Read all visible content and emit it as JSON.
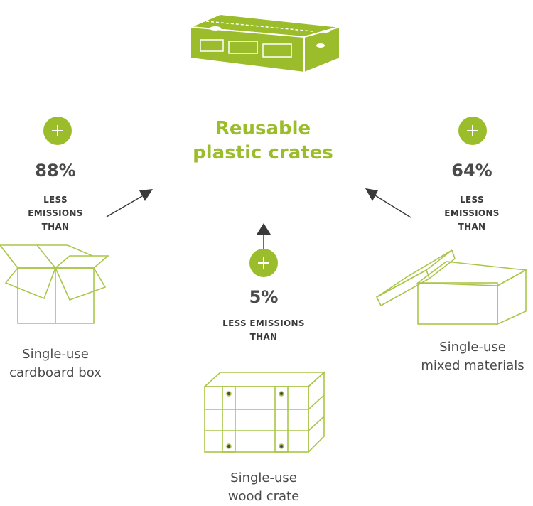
{
  "center": {
    "title_line1": "Reusable",
    "title_line2": "plastic crates"
  },
  "comparisons": [
    {
      "id": "cardboard",
      "percent": "88%",
      "note_lines": [
        "LESS",
        "EMISSIONS",
        "THAN"
      ],
      "label_lines": [
        "Single-use",
        "cardboard box"
      ]
    },
    {
      "id": "wood",
      "percent": "5%",
      "note_lines": [
        "LESS EMISSIONS",
        "THAN"
      ],
      "label_lines": [
        "Single-use",
        "wood crate"
      ]
    },
    {
      "id": "mixed",
      "percent": "64%",
      "note_lines": [
        "LESS",
        "EMISSIONS",
        "THAN"
      ],
      "label_lines": [
        "Single-use",
        "mixed materials"
      ]
    }
  ],
  "colors": {
    "accent": "#9cbd2b",
    "text": "#4a4a4a",
    "line": "#a9c64a"
  },
  "icons": [
    "plastic-crate-icon",
    "cardboard-box-icon",
    "wood-crate-icon",
    "mixed-materials-box-icon",
    "plus-icon",
    "arrow-icon"
  ]
}
